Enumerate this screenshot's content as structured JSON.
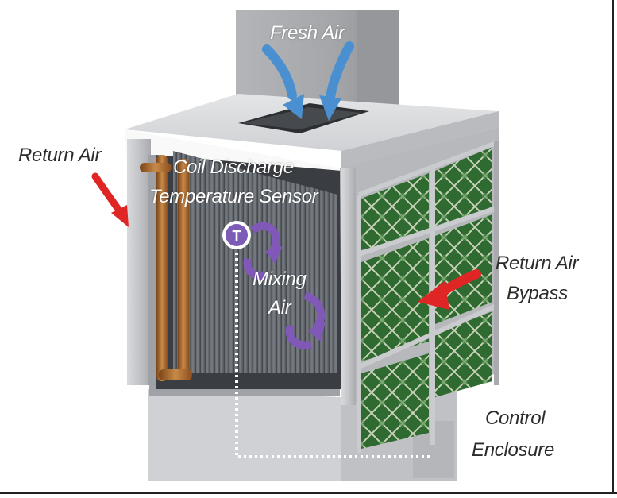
{
  "labels": {
    "fresh_air": "Fresh Air",
    "return_air": "Return Air",
    "coil_discharge_line1": "Coil Discharge",
    "coil_discharge_line2": "Temperature Sensor",
    "sensor_symbol": "T",
    "mixing_line1": "Mixing",
    "mixing_line2": "Air",
    "bypass_line1": "Return Air",
    "bypass_line2": "Bypass",
    "control_line1": "Control",
    "control_line2": "Enclosure"
  },
  "colors": {
    "fresh_air_arrow": "#4a90d0",
    "return_air_arrow": "#e02525",
    "mixing_air_arrow": "#8058b8",
    "filter_green": "#3d7a3a",
    "copper": "#b06a2a",
    "sensor_circle": "#7c5cb6"
  }
}
